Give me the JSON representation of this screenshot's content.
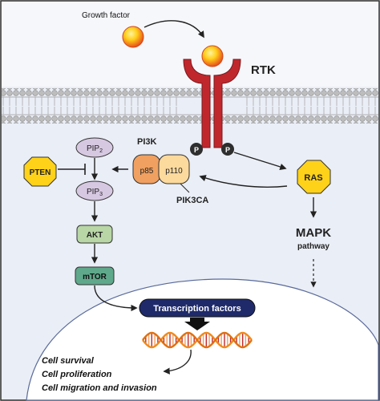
{
  "labels": {
    "growth_factor": "Growth factor",
    "rtk": "RTK",
    "phospho": "P",
    "pi3k": "PI3K",
    "p85": "p85",
    "p110": "p110",
    "pik3ca": "PIK3CA",
    "pten": "PTEN",
    "pip2_main": "PIP",
    "pip2_sub": "2",
    "pip3_main": "PIP",
    "pip3_sub": "3",
    "akt": "AKT",
    "mtor": "mTOR",
    "ras": "RAS",
    "mapk": "MAPK",
    "pathway": "pathway",
    "transcription_factors": "Transcription factors",
    "outcome_1": "Cell survival",
    "outcome_2": "Cell proliferation",
    "outcome_3": "Cell migration and invasion"
  },
  "colors": {
    "background": "#eaeef6",
    "nucleus": "#ffffff",
    "receptor": "#c0272d",
    "ligand_outer": "#e8501b",
    "ligand_inner": "#ffd21a",
    "pten": "#ffd21a",
    "ras": "#ffd21a",
    "pip": "#d7c8e2",
    "akt": "#b8d6a6",
    "mtor": "#5fa88b",
    "p85": "#f0a060",
    "p110": "#fcd99d",
    "tf": "#1f2a6b",
    "dna_strand": "#f08a1c",
    "membrane_head": "#bfbfbf"
  }
}
